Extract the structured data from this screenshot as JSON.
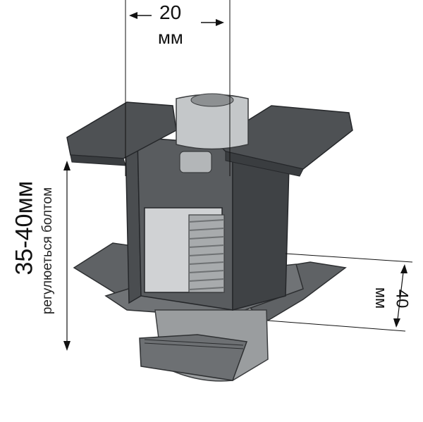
{
  "dimensions": {
    "top": {
      "value": "20",
      "unit": "мм"
    },
    "left": {
      "value": "35-40мм",
      "note": "регулюеться болтом"
    },
    "right": {
      "value": "40",
      "unit": "мм"
    }
  },
  "colors": {
    "metal_dark": "#4a4d50",
    "metal_mid": "#66696c",
    "metal_light": "#8c8f92",
    "bolt": "#b9bcbe",
    "line": "#111111"
  }
}
